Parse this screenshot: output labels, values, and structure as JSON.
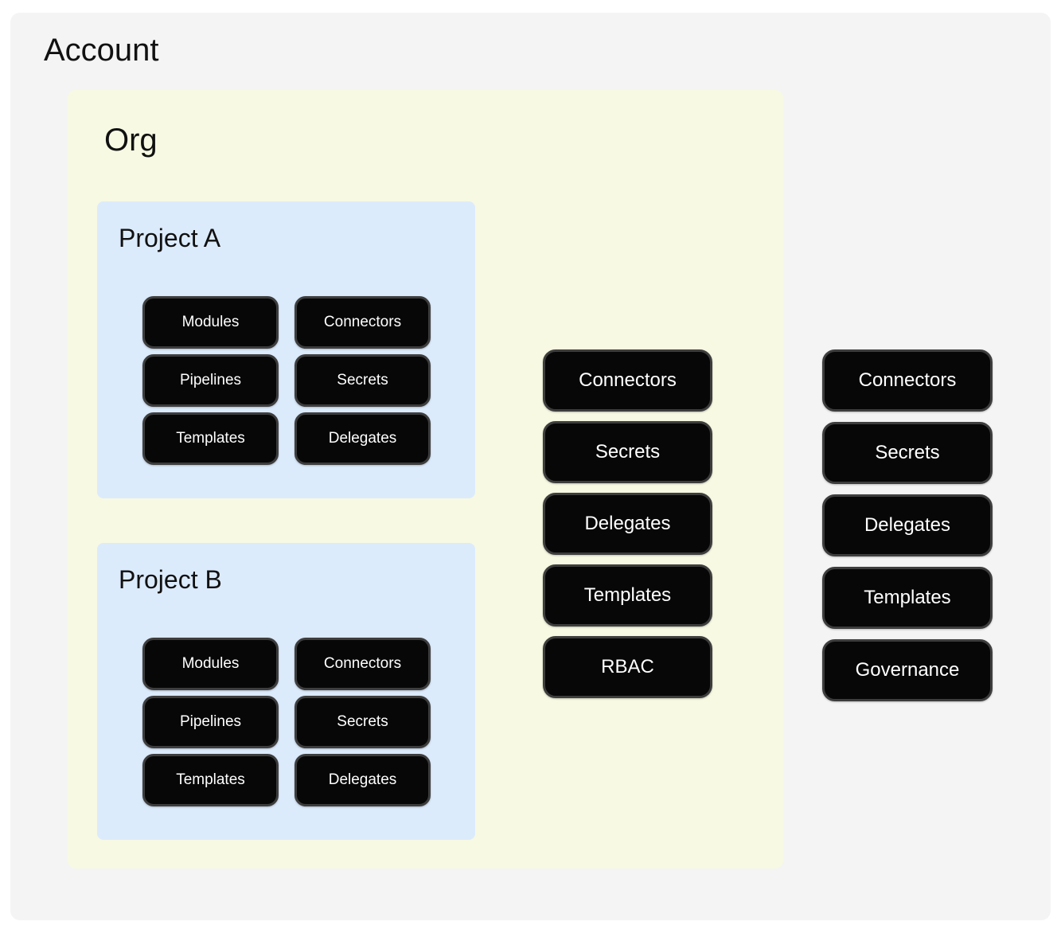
{
  "colors": {
    "account_bg": "#f4f4f4",
    "org_bg": "#f7f9e3",
    "project_bg": "#dcebfc",
    "pill_bg": "#070707",
    "pill_border": "#3d3d3d",
    "pill_text": "#ffffff",
    "title_text": "#111111"
  },
  "account": {
    "title": "Account",
    "pills": [
      "Connectors",
      "Secrets",
      "Delegates",
      "Templates",
      "Governance"
    ],
    "org": {
      "title": "Org",
      "pills": [
        "Connectors",
        "Secrets",
        "Delegates",
        "Templates",
        "RBAC"
      ],
      "projects": [
        {
          "title": "Project A",
          "pills": [
            "Modules",
            "Connectors",
            "Pipelines",
            "Secrets",
            "Templates",
            "Delegates"
          ]
        },
        {
          "title": "Project B",
          "pills": [
            "Modules",
            "Connectors",
            "Pipelines",
            "Secrets",
            "Templates",
            "Delegates"
          ]
        }
      ]
    }
  }
}
